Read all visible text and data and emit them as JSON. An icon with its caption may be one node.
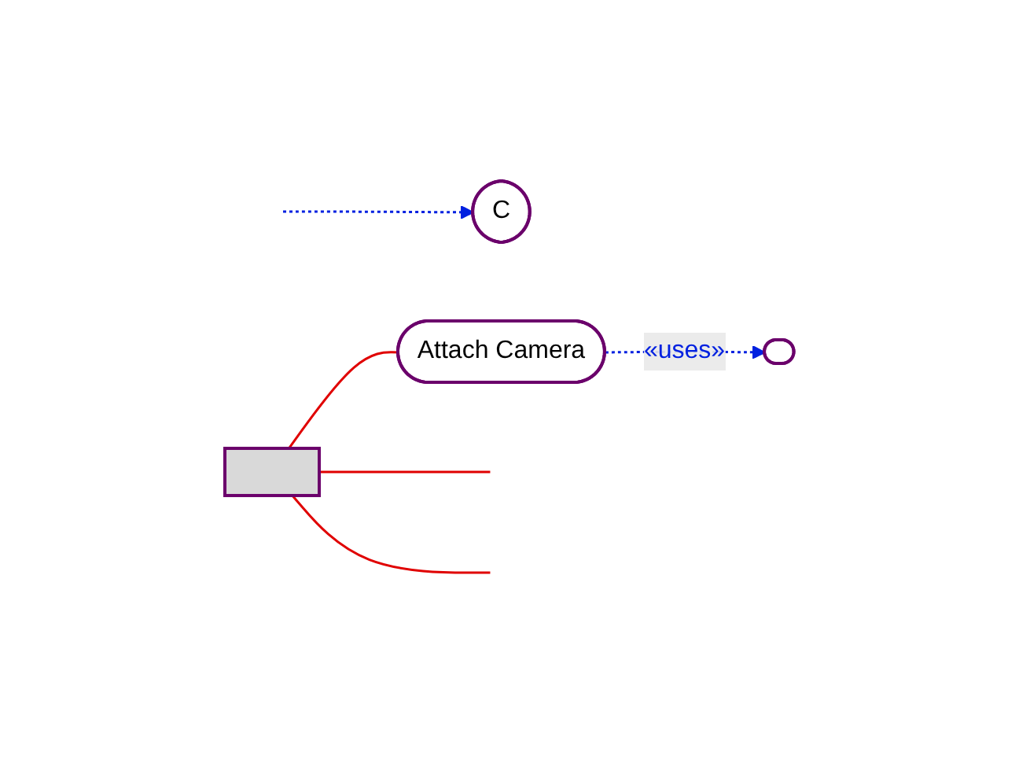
{
  "diagram": {
    "nodes": [
      {
        "text": [
          "Attach Camera"
        ]
      },
      {
        "text": [],
        "shape": "ellipse"
      },
      {
        "text": [
          "C"
        ]
      },
      {
        "text": [],
        "shape": "box"
      }
    ],
    "edges": [
      {
        "from": 3,
        "to": 0,
        "arrow": "none",
        "color": "#e00000"
      },
      {
        "from": 0,
        "to": 1,
        "arrow": "to",
        "label": "«uses»",
        "style": "dashed",
        "color": "#0020e0"
      },
      {
        "from": null,
        "to": 2,
        "arrow": "to",
        "style": "dashed",
        "color": "#0020e0"
      },
      {
        "from": 3,
        "to": null,
        "arrow": "none",
        "color": "#e00000"
      },
      {
        "from": 3,
        "to": null,
        "arrow": "none",
        "color": "#e00000"
      }
    ]
  }
}
